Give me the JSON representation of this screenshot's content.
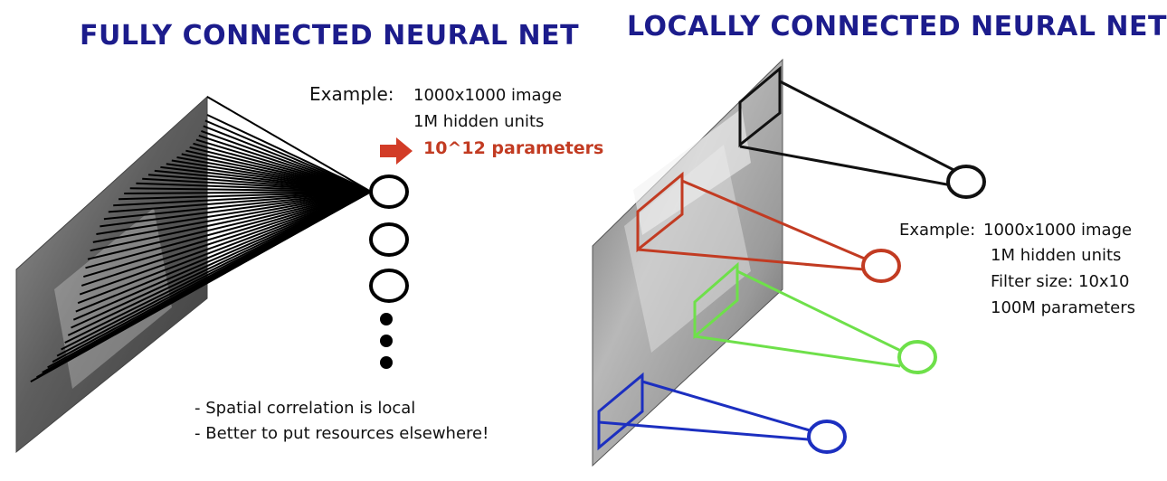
{
  "left": {
    "title": "FULLY CONNECTED NEURAL NET",
    "example_label": "Example:",
    "example_lines": [
      "1000x1000 image",
      "1M hidden units"
    ],
    "highlight": "10^12 parameters",
    "notes": [
      "- Spatial correlation is local",
      "- Better to put resources elsewhere!"
    ],
    "hidden_unit_count_shown": 3,
    "ellipsis_dots": 3
  },
  "right": {
    "title": "LOCALLY CONNECTED NEURAL NET",
    "example_label": "Example:",
    "example_lines": [
      "1000x1000 image",
      "1M hidden units",
      "Filter size: 10x10",
      "100M parameters"
    ],
    "filter_colors": [
      "#111111",
      "#c23b22",
      "#6ee04a",
      "#1c2fc0"
    ]
  },
  "colors": {
    "title": "#1c1c8c",
    "highlight": "#c23b22",
    "arrow": "#d23c27"
  }
}
